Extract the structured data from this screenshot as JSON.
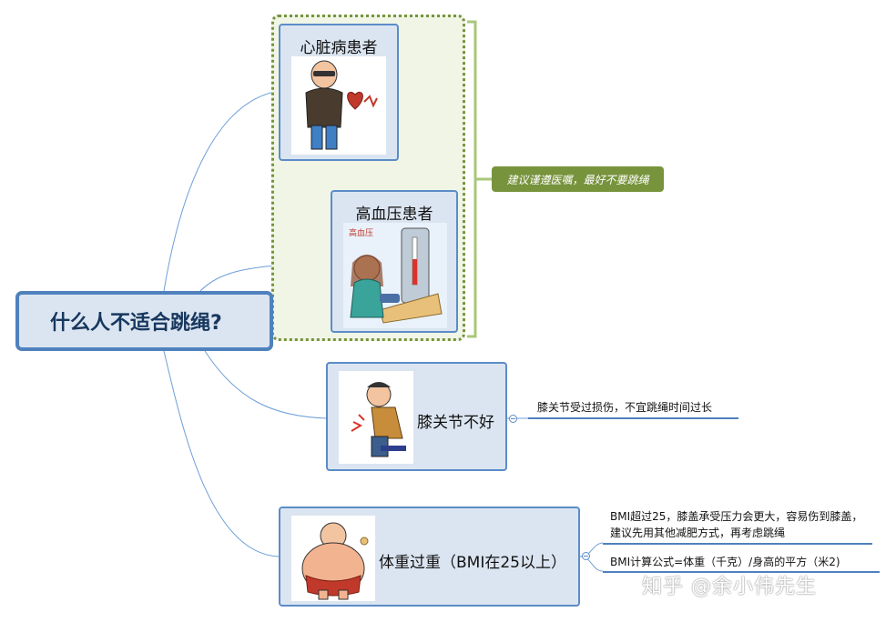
{
  "root": {
    "label": "什么人不适合跳绳?"
  },
  "group": {
    "callout": "建议谨遵医嘱，最好不要跳绳"
  },
  "nodes": {
    "heart": {
      "label": "心脏病患者",
      "image": "heart-patient-illustration"
    },
    "hypertension": {
      "label": "高血压患者",
      "image": "blood-pressure-illustration",
      "sign": "高血压"
    },
    "knee": {
      "label": "膝关节不好",
      "image": "knee-pain-illustration",
      "note": "膝关节受过损伤，不宜跳绳时间过长"
    },
    "weight": {
      "label": "体重过重（BMI在25以上）",
      "image": "overweight-man-illustration",
      "notes": [
        "BMI超过25，膝盖承受压力会更大，容易伤到膝盖，建议先用其他减肥方式，再考虑跳绳",
        "BMI计算公式=体重（千克）/身高的平方（米2)"
      ]
    }
  },
  "watermark": "知乎 @余小伟先生",
  "colors": {
    "root_border": "#4f81bd",
    "node_fill": "#dbe5f1",
    "group_border": "#77933c",
    "callout_fill": "#77933c"
  }
}
